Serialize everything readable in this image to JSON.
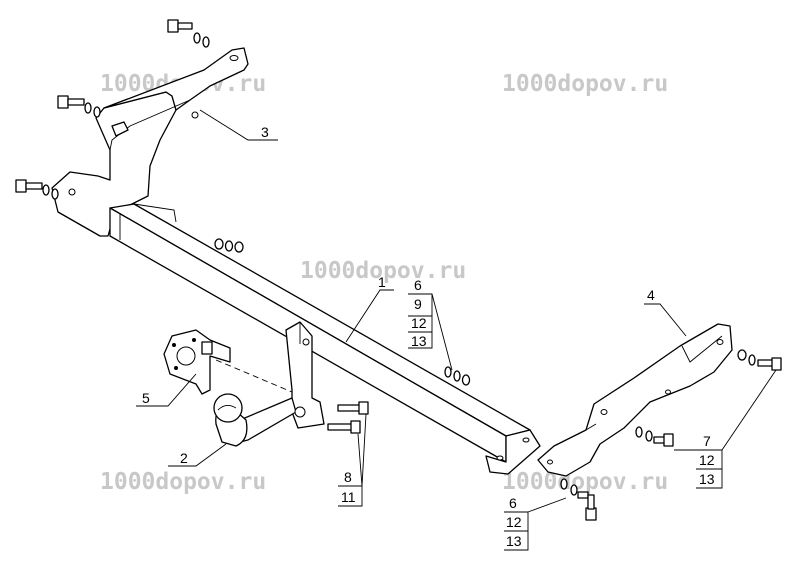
{
  "watermarks": [
    "1000dopov.ru",
    "1000dopov.ru",
    "1000dopov.ru",
    "1000dopov.ru",
    "1000dopov.ru"
  ],
  "callouts": {
    "p1": "1",
    "p2": "2",
    "p3": "3",
    "p4": "4",
    "p5": "5",
    "stack_a": [
      "6",
      "9",
      "12",
      "13"
    ],
    "stack_b": [
      "6",
      "12",
      "13"
    ],
    "stack_c": [
      "7",
      "12",
      "13"
    ],
    "stack_d": [
      "8",
      "11"
    ]
  }
}
